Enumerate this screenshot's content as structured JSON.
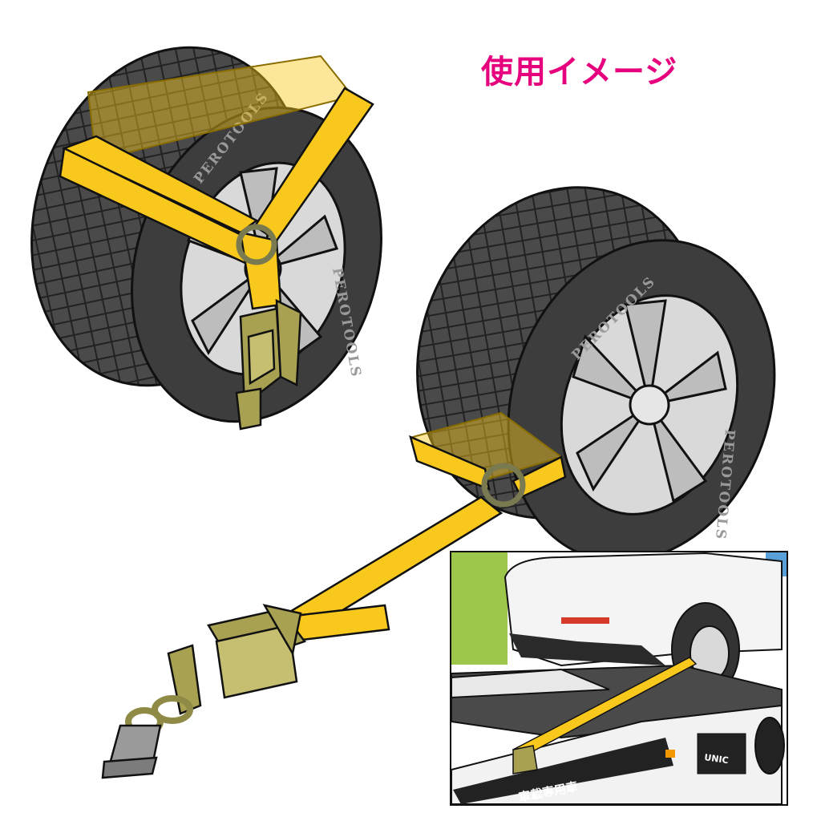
{
  "title": "使用イメージ",
  "colors": {
    "title": "#e6007e",
    "strap": "#f8c81c",
    "tire": "#3a3a3a",
    "hardware": "#a8a152",
    "wheel": "#d9d9d9",
    "grass": "#9cc74a",
    "truck_bed": "#4a4a4a"
  },
  "tire_brand": "PEROTOOLS",
  "inset": {
    "truck_label": "車載専用車",
    "truck_brand": "UNIC"
  }
}
